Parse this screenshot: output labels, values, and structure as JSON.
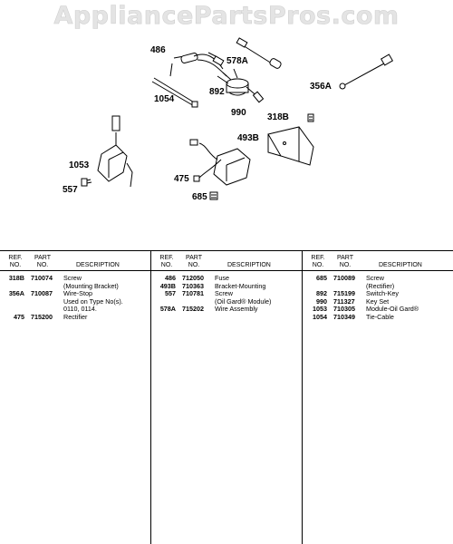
{
  "watermark": "AppliancePartsPros.com",
  "callouts": [
    "486",
    "578A",
    "1054",
    "892",
    "990",
    "356A",
    "318B",
    "493B",
    "1053",
    "557",
    "475",
    "685"
  ],
  "table": {
    "headers": {
      "ref": [
        "REF.",
        "NO."
      ],
      "part": [
        "PART",
        "NO."
      ],
      "desc": "DESCRIPTION"
    },
    "columns": [
      [
        {
          "ref": "318B",
          "part": "710074",
          "desc": [
            "Screw",
            "(Mounting Bracket)"
          ]
        },
        {
          "ref": "356A",
          "part": "710087",
          "desc": [
            "Wire-Stop",
            "Used on Type No(s).",
            "0110, 0114."
          ]
        },
        {
          "ref": "475",
          "part": "715200",
          "desc": [
            "Rectifier"
          ]
        }
      ],
      [
        {
          "ref": "486",
          "part": "712050",
          "desc": [
            "Fuse"
          ]
        },
        {
          "ref": "493B",
          "part": "710363",
          "desc": [
            "Bracket-Mounting"
          ]
        },
        {
          "ref": "557",
          "part": "710781",
          "desc": [
            "Screw",
            "(Oil Gard® Module)"
          ]
        },
        {
          "ref": "578A",
          "part": "715202",
          "desc": [
            "Wire Assembly"
          ]
        }
      ],
      [
        {
          "ref": "685",
          "part": "710089",
          "desc": [
            "Screw",
            "(Rectifier)"
          ]
        },
        {
          "ref": "892",
          "part": "715199",
          "desc": [
            "Switch-Key"
          ]
        },
        {
          "ref": "990",
          "part": "711327",
          "desc": [
            "Key Set"
          ]
        },
        {
          "ref": "1053",
          "part": "710305",
          "desc": [
            "Module-Oil Gard®"
          ]
        },
        {
          "ref": "1054",
          "part": "710349",
          "desc": [
            "Tie-Cable"
          ]
        }
      ]
    ]
  }
}
